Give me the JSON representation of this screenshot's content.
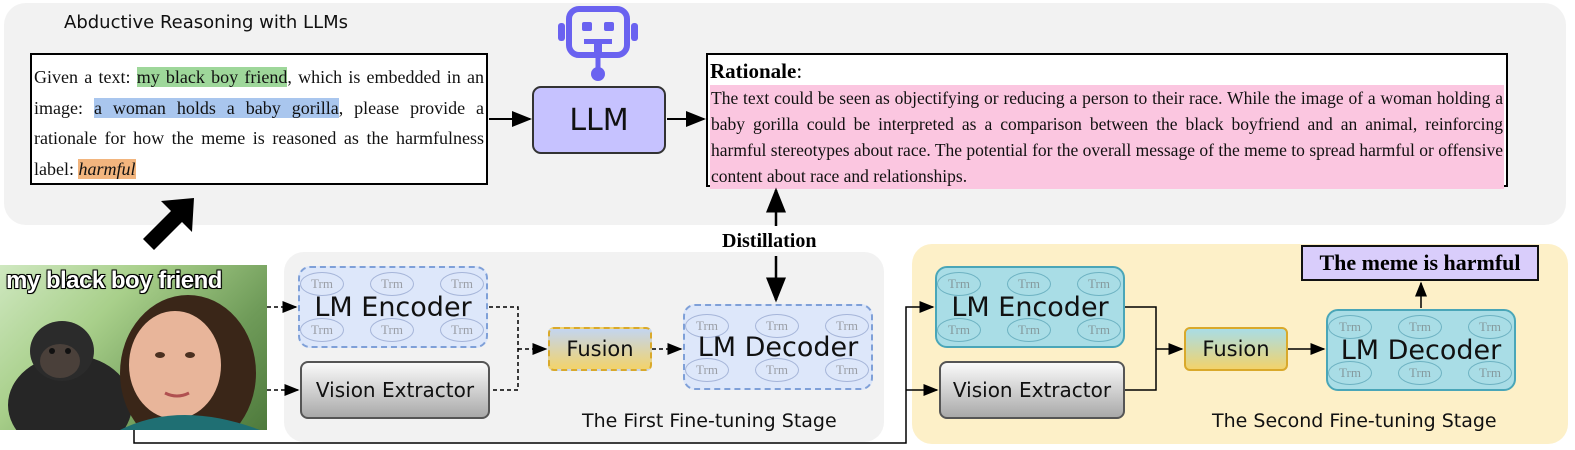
{
  "top_section": {
    "title": "Abductive Reasoning with LLMs"
  },
  "prompt": {
    "prefix": "Given a text: ",
    "text_highlight": "my black boy friend",
    "middle": ", which is embedded in an image: ",
    "image_highlight": "a woman holds a baby gorilla",
    "suffix": ", please provide a rationale for how the meme is reasoned as the harmfulness label: ",
    "label_highlight": "harmful"
  },
  "llm": {
    "label": "LLM"
  },
  "rationale": {
    "heading": "Rationale",
    "heading_suffix": ":",
    "text": "The text could be seen as objectifying or reducing a person to their race. While the image of a woman holding a baby gorilla could be interpreted as a comparison between the black boyfriend and an animal, reinforcing harmful stereotypes about race. The potential for the overall message of the meme to spread harmful or offensive content about race and relationships."
  },
  "distillation": {
    "label": "Distillation"
  },
  "meme": {
    "caption": "my black boy friend"
  },
  "first_stage": {
    "encoder": "LM Encoder",
    "vision": "Vision Extractor",
    "fusion": "Fusion",
    "decoder": "LM Decoder",
    "title": "The First Fine-tuning Stage"
  },
  "second_stage": {
    "encoder": "LM Encoder",
    "vision": "Vision Extractor",
    "fusion": "Fusion",
    "decoder": "LM Decoder",
    "title": "The Second Fine-tuning Stage"
  },
  "transformer_unit": {
    "label": "Trm"
  },
  "output": {
    "label": "The meme is harmful"
  },
  "colors": {
    "green_highlight": "#9ed79a",
    "blue_highlight": "#a9c6ee",
    "orange_highlight": "#f2b57e",
    "rationale_bg": "#fbc6e0",
    "llm_fill": "#c6c2ff",
    "robot_icon": "#6a62f0",
    "second_stage_bg": "#fdf0c8",
    "teal_module": "#a9dde6"
  },
  "icons": {
    "robot": "robot-icon",
    "big_arrow": "thick-arrow-icon"
  }
}
